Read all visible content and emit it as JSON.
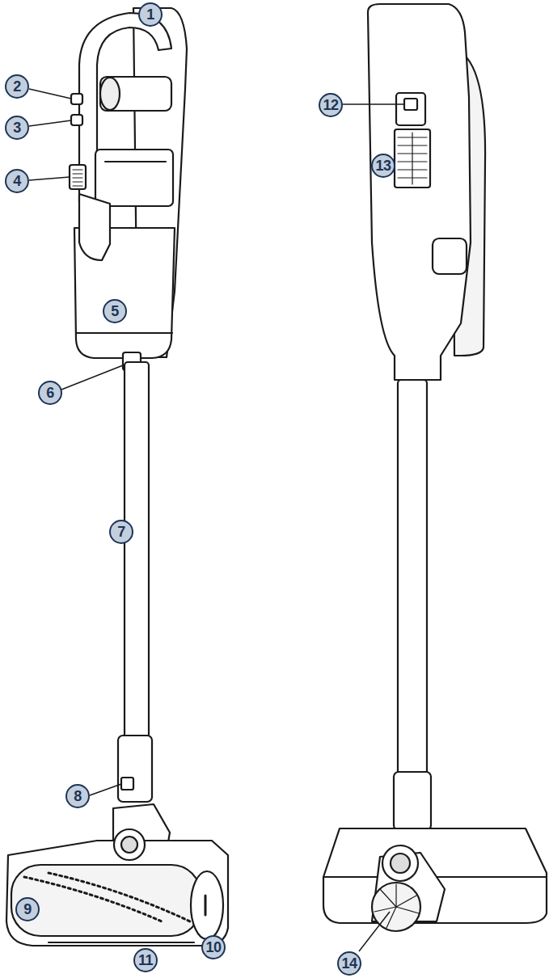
{
  "diagram": {
    "nodes": [
      {
        "text": [
          "1"
        ]
      },
      {
        "text": [
          "2"
        ]
      },
      {
        "text": [
          "3"
        ]
      },
      {
        "text": [
          "4"
        ]
      },
      {
        "text": [
          "5"
        ]
      },
      {
        "text": [
          "6"
        ]
      },
      {
        "text": [
          "7"
        ]
      },
      {
        "text": [
          "8"
        ]
      },
      {
        "text": [
          "9"
        ]
      },
      {
        "text": [
          "10"
        ]
      },
      {
        "text": [
          "11"
        ]
      },
      {
        "text": [
          "12"
        ]
      },
      {
        "text": [
          "13"
        ]
      },
      {
        "text": [
          "14"
        ]
      }
    ]
  }
}
